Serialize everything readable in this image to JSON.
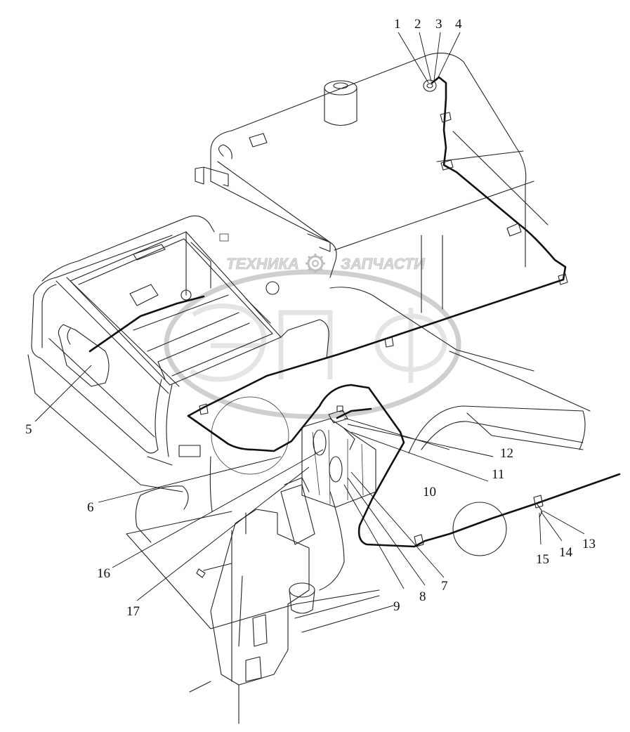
{
  "watermark": {
    "left_text": "ТЕХНИКА",
    "right_text": "ЗАПЧАСТИ",
    "logo_letters": "ЭПФ",
    "logo_icon": "gear-icon"
  },
  "callouts": [
    "1",
    "2",
    "3",
    "4",
    "5",
    "6",
    "7",
    "8",
    "9",
    "10",
    "11",
    "12",
    "13",
    "14",
    "15",
    "16",
    "17"
  ],
  "colors": {
    "line": "#222222",
    "watermark": "#cfcfcf",
    "background": "#ffffff"
  }
}
